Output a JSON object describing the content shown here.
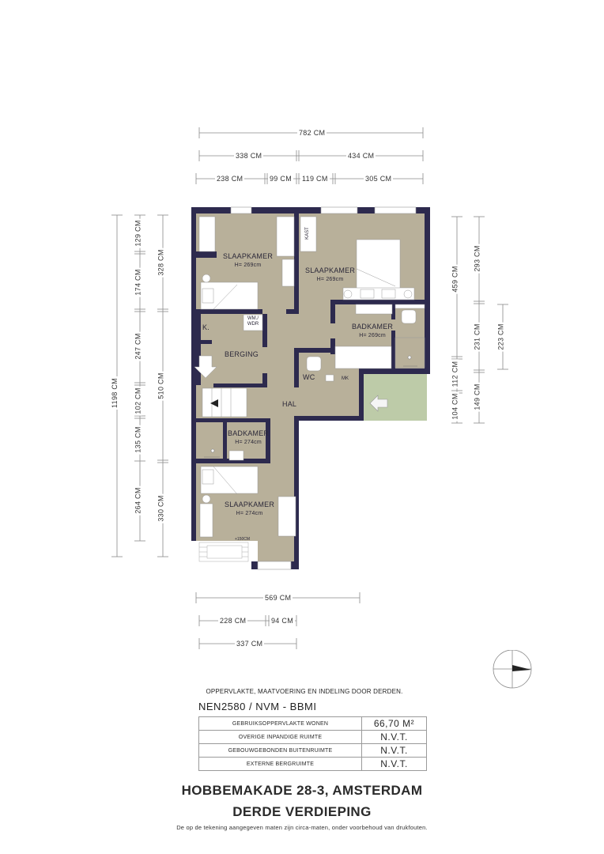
{
  "colors": {
    "wall": "#2d2a4e",
    "floor": "#b8b09a",
    "balcony": "#bdcba8",
    "fixture": "#ffffff",
    "dimension_line": "#8a8a8a"
  },
  "dimensions": {
    "top": {
      "total": "782 CM",
      "row2": [
        "338 CM",
        "434 CM"
      ],
      "row3": [
        "238 CM",
        "99 CM",
        "119 CM",
        "305 CM"
      ]
    },
    "left": {
      "total": "1198 CM",
      "inner": [
        "129 CM",
        "174 CM",
        "247 CM",
        "102 CM",
        "135 CM",
        "264 CM"
      ],
      "outer": [
        "328 CM",
        "510 CM",
        "330 CM"
      ]
    },
    "right": {
      "inner": [
        "459 CM",
        "112 CM",
        "104 CM"
      ],
      "outer": [
        "293 CM",
        "231 CM",
        "149 CM"
      ],
      "extra": "223 CM"
    },
    "bottom": {
      "total": "569 CM",
      "row2": [
        "228 CM",
        "94 CM"
      ],
      "row3": "337 CM"
    }
  },
  "rooms": {
    "slaapkamer_1": {
      "name": "SLAAPKAMER",
      "height": "H= 269cm"
    },
    "slaapkamer_2": {
      "name": "SLAAPKAMER",
      "height": "H= 269cm"
    },
    "kast": "KAST",
    "badkamer_1": {
      "name": "BADKAMER",
      "height": "H= 269cm"
    },
    "berging": "BERGING",
    "k": "K.",
    "wm_wdr": "WM./ WDR",
    "wc": "WC",
    "mk": "MK",
    "hal": "HAL",
    "badkamer_2": {
      "name": "BADKAMER",
      "height": "H= 274cm"
    },
    "slaapkamer_3": {
      "name": "SLAAPKAMER",
      "height": "H= 274cm"
    },
    "sill_note": "+150CM"
  },
  "info": {
    "note": "OPPERVLAKTE, MAATVOERING EN INDELING DOOR DERDEN.",
    "standard": "NEN2580 / NVM - BBMI",
    "table": [
      {
        "label": "GEBRUIKSOPPERVLAKTE WONEN",
        "value": "66,70 M²"
      },
      {
        "label": "OVERIGE INPANDIGE RUIMTE",
        "value": "N.V.T."
      },
      {
        "label": "GEBOUWGEBONDEN BUITENRUIMTE",
        "value": "N.V.T."
      },
      {
        "label": "EXTERNE BERGRUIMTE",
        "value": "N.V.T."
      }
    ]
  },
  "footer": {
    "address": "HOBBEMAKADE 28-3, AMSTERDAM",
    "floor": "DERDE VERDIEPING",
    "disclaimer": "De op de tekening aangegeven maten zijn circa-maten, onder voorbehoud van drukfouten."
  },
  "compass": "north-arrow-icon"
}
